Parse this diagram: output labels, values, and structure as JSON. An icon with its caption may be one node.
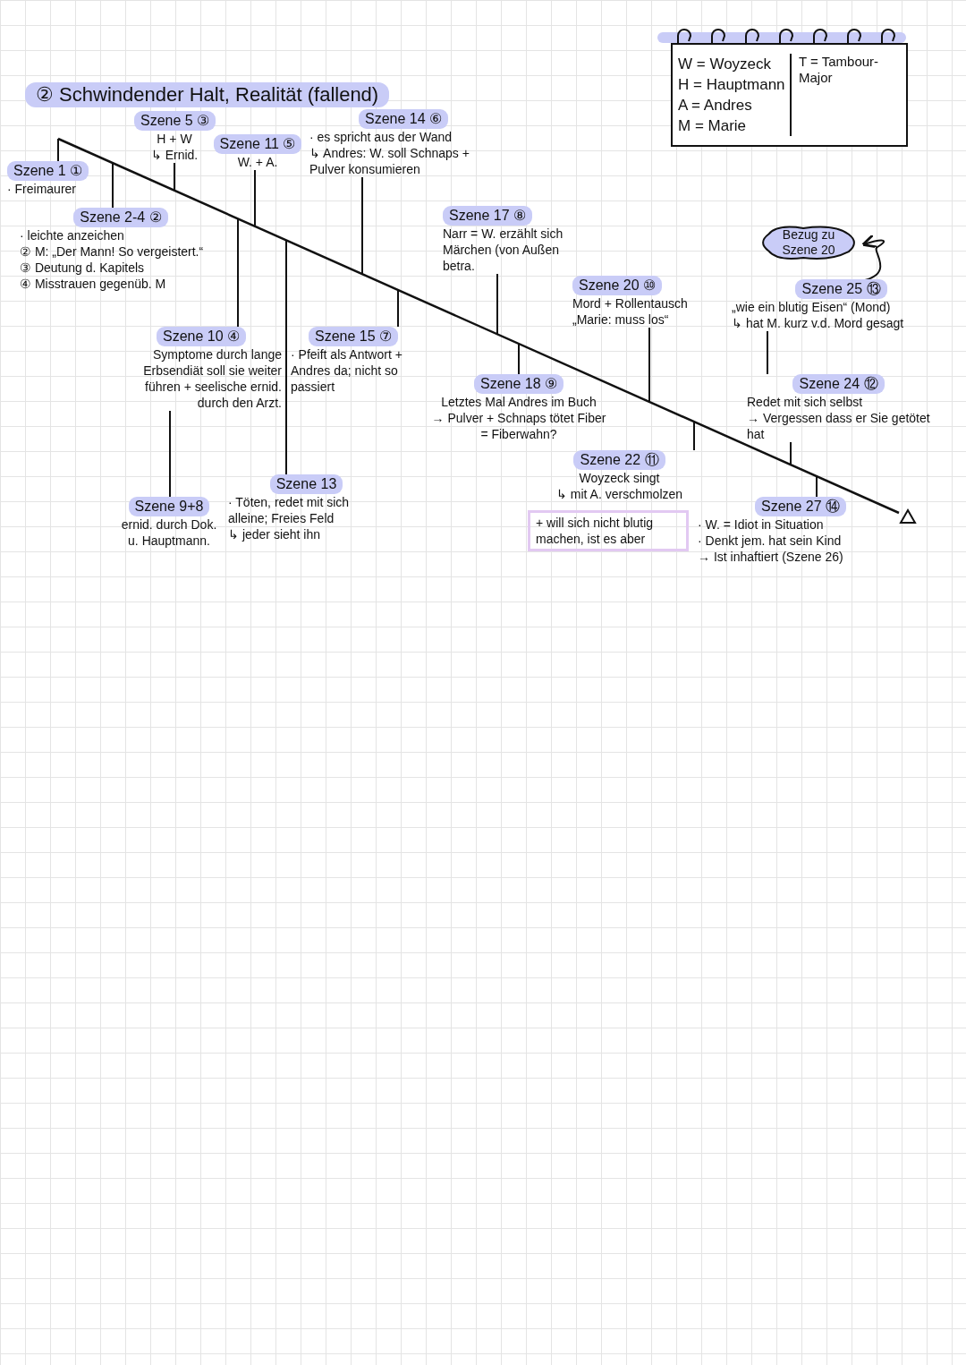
{
  "diagram": {
    "title": "② Schwindender Halt, Realität (fallend)",
    "nodes": [
      {
        "text": [
          "W = Woyzeck",
          "H = Hauptmann",
          "A = Andres",
          "M = Marie",
          "T = Tambour-Major"
        ]
      },
      {
        "text": [
          "Szene 5 ③",
          "H + W",
          "↳ Ernid."
        ]
      },
      {
        "text": [
          "Szene 14 ⑥",
          "· es spricht aus der Wand",
          "↳ Andres: W. soll Schnaps + Pulver konsumieren"
        ]
      },
      {
        "text": [
          "Szene 11 ⑤",
          "W. + A."
        ]
      },
      {
        "text": [
          "Szene 1 ①",
          "· Freimaurer"
        ]
      },
      {
        "text": [
          "Szene 2-4 ②",
          "· leichte anzeichen",
          "② M: „Der Mann! So vergeistert.“",
          "③ Deutung d. Kapitels",
          "④ Misstrauen gegenüb. M"
        ]
      },
      {
        "text": [
          "Szene 17 ⑧",
          "Narr = W. erzählt sich Märchen (von Außen betra."
        ]
      },
      {
        "text": [
          "Bezug zu Szene 20"
        ]
      },
      {
        "text": [
          "Szene 20 ⑩",
          "Mord + Rollentausch",
          "„Marie: muss los“"
        ]
      },
      {
        "text": [
          "Szene 25 ⑬",
          "„wie ein blutig Eisen“ (Mond)",
          "↳ hat M. kurz v.d. Mord gesagt"
        ]
      },
      {
        "text": [
          "Szene 10 ④",
          "Symptome durch lange Erbsendiät soll sie weiter führen + seelische ernid. durch den Arzt."
        ]
      },
      {
        "text": [
          "Szene 15 ⑦",
          "· Pfeift als Antwort + Andres da; nicht so passiert"
        ]
      },
      {
        "text": [
          "Szene 24 ⑫",
          "Redet mit sich selbst",
          "→ Vergessen dass er Sie getötet hat"
        ]
      },
      {
        "text": [
          "Szene 18 ⑨",
          "Letztes Mal Andres im Buch",
          "→ Pulver + Schnaps tötet Fiber",
          "= Fiberwahn?"
        ]
      },
      {
        "text": [
          "Szene 22 ⑪",
          "Woyzeck singt",
          "↳ mit A. verschmolzen"
        ]
      },
      {
        "text": [
          "+ will sich nicht blutig machen, ist es aber"
        ]
      },
      {
        "text": [
          "Szene 13",
          "· Töten, redet mit sich alleine; Freies Feld",
          "↳ jeder sieht ihn"
        ]
      },
      {
        "text": [
          "Szene 9+8",
          "ernid. durch Dok. u. Hauptmann."
        ]
      },
      {
        "text": [
          "Szene 27 ⑭",
          "· W. = Idiot in Situation",
          "· Denkt jem. hat sein Kind",
          "→ Ist inhaftiert (Szene 26)"
        ]
      }
    ],
    "edges": [
      {
        "from": 4,
        "to": null,
        "arrow": "none"
      },
      {
        "from": 5,
        "to": null,
        "arrow": "none"
      },
      {
        "from": 1,
        "to": null,
        "arrow": "none"
      },
      {
        "from": 3,
        "to": null,
        "arrow": "none"
      },
      {
        "from": 10,
        "to": null,
        "arrow": "none"
      },
      {
        "from": 16,
        "to": null,
        "arrow": "none"
      },
      {
        "from": 2,
        "to": null,
        "arrow": "none"
      },
      {
        "from": 11,
        "to": null,
        "arrow": "none"
      },
      {
        "from": 6,
        "to": null,
        "arrow": "none"
      },
      {
        "from": 13,
        "to": null,
        "arrow": "none"
      },
      {
        "from": 8,
        "to": null,
        "arrow": "none"
      },
      {
        "from": 14,
        "to": null,
        "arrow": "none"
      },
      {
        "from": 12,
        "to": null,
        "arrow": "none"
      },
      {
        "from": 18,
        "to": null,
        "arrow": "none"
      },
      {
        "from": 9,
        "to": 12,
        "arrow": "none"
      },
      {
        "from": 10,
        "to": 17,
        "arrow": "none"
      },
      {
        "from": 9,
        "to": 7,
        "arrow": "to"
      }
    ]
  }
}
